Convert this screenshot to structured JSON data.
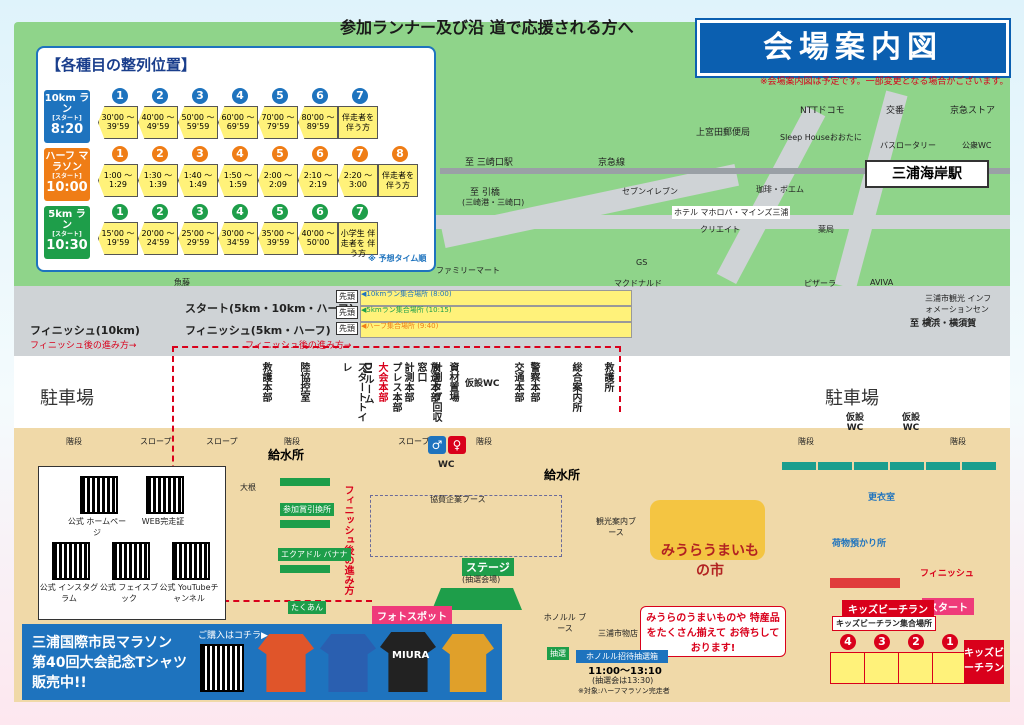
{
  "headline": "参加ランナー及び沿 道で応援される方へ",
  "title": "会場案内図",
  "title_note": "※会場案内図は予定です。一部変更となる場合がございます。",
  "lineup": {
    "title": "【各種目の整列位置】",
    "races": [
      {
        "name": "10km ラン",
        "sub": "[スタート]",
        "time": "8:20",
        "color": "#1e73be",
        "slots": [
          "30'00 〜 39'59",
          "40'00 〜 49'59",
          "50'00 〜 59'59",
          "60'00 〜 69'59",
          "70'00 〜 79'59",
          "80'00 〜 89'59"
        ],
        "last": "伴走者を 伴う方"
      },
      {
        "name": "ハーフ マラソン",
        "sub": "[スタート]",
        "time": "10:00",
        "color": "#ef7d16",
        "slots": [
          "1:00 〜 1:29",
          "1:30 〜 1:39",
          "1:40 〜 1:49",
          "1:50 〜 1:59",
          "2:00 〜 2:09",
          "2:10 〜 2:19",
          "2:20 〜 3:00"
        ],
        "last": "伴走者を 伴う方"
      },
      {
        "name": "5km ラン",
        "sub": "[スタート]",
        "time": "10:30",
        "color": "#1e9e4a",
        "slots": [
          "15'00 〜 19'59",
          "20'00 〜 24'59",
          "25'00 〜 29'59",
          "30'00 〜 34'59",
          "35'00 〜 39'59",
          "40'00 〜 50'00"
        ],
        "last": "小学生 伴走者を 伴う方"
      }
    ],
    "note": "※ 予想タイム順"
  },
  "map": {
    "landmarks": [
      "NTTドコモ",
      "交番",
      "京急ストア",
      "上宮田郵便局",
      "Sleep Houseおおたに",
      "バスロータリー",
      "公衆WC",
      "至 三崎口駅",
      "京急線",
      "至 引橋",
      "(三崎港・三崎口)",
      "セブンイレブン",
      "珈琲・ボエム",
      "ホテル マホロバ・マインズ三浦",
      "クリエイト",
      "薬局",
      "ファミリーマート",
      "GS",
      "マクドナルド",
      "ピザーラ",
      "AVIVA",
      "三浦市観光 インフォメーションセンター",
      "至 横浜・横須賀",
      "魚藤"
    ],
    "station": "三浦海岸駅",
    "start_label": "スタート(5km・10km・ハーフ)",
    "finish_label_5": "フィニッシュ(5km・ハーフ)",
    "finish_label_10": "フィニッシュ(10km)",
    "after_finish": "フィニッシュ後の進み方→",
    "start_lanes": [
      {
        "label": "◀10kmラン集合場所 (8:00)",
        "tag": "先頭"
      },
      {
        "label": "◀5kmラン集合場所 (10:15)",
        "tag": "先頭"
      },
      {
        "label": "◀ハーフ集合場所 (9:40)",
        "tag": "先頭"
      }
    ],
    "booths": [
      "救護本部",
      "陸協控室",
      "スタートトイレ",
      "DJルーム",
      "大会本部",
      "プレス本部",
      "計測本部",
      "計測タグ回収窓口",
      "放送本部",
      "資材置場",
      "仮設WC",
      "交通本部",
      "警察本部",
      "総合案内所",
      "救護所"
    ],
    "parking_left": "駐車場",
    "parking_right": "駐車場",
    "slope": "スロープ",
    "stairs": "階段",
    "water1": "給水所",
    "water2": "給水所",
    "wc_labels": [
      "WC",
      "仮設WC",
      "仮設WC"
    ],
    "stage": "ステージ",
    "stage_sub": "(抽選会場)",
    "photo_spot": "フォトスポット",
    "sponsor_booth": "協賛企業ブース",
    "tourism_booth": "観光案内ブース",
    "honolulu_booth": "ホノルル ブース",
    "miura_booth": "三浦市物店",
    "market": "みうらうまいもの市",
    "market_text": "みうらのうまいものや 特産品をたくさん揃えて お待ちしております!",
    "lottery": "ホノルル招待抽選箱",
    "lottery_time": "11:00〜13:10",
    "lottery_note": "(抽選会は13:30)",
    "lottery_note2": "※対象:ハーフマラソン完走者",
    "lottery_tag": "抽選",
    "changing": "更衣室",
    "baggage": "荷物預かり所",
    "kids_finish": "フィニッシュ",
    "kids_start": "スタート",
    "kids_run": "キッズビーチラン",
    "kids_gather": "キッズビーチラン集合場所",
    "kids_title": "キッズビーチラン",
    "kids_nums": [
      "4",
      "3",
      "2",
      "1"
    ],
    "after_finish_vertical": "フィニッシュ後の進み方",
    "radish": "大根",
    "participant_booth": "参加賞引換所",
    "banana": "エクアドル バナナ",
    "takuan": "たくあん"
  },
  "qr": [
    {
      "label": "公式 ホームページ"
    },
    {
      "label": "WEB完走証"
    },
    {
      "label": "公式 インスタグラム"
    },
    {
      "label": "公式 フェイスブック"
    },
    {
      "label": "公式 YouTubeチャンネル"
    }
  ],
  "tshirt": {
    "title1": "三浦国際市民マラソン",
    "title2": "第40回大会記念Tシャツ",
    "title3": "販売中!!",
    "buy": "ご購入はコチラ▶",
    "shirt_text": "MIURA"
  },
  "colors": {
    "blue": "#1e73be",
    "orange": "#ef7d16",
    "green": "#1e9e4a",
    "red": "#d9001b"
  }
}
